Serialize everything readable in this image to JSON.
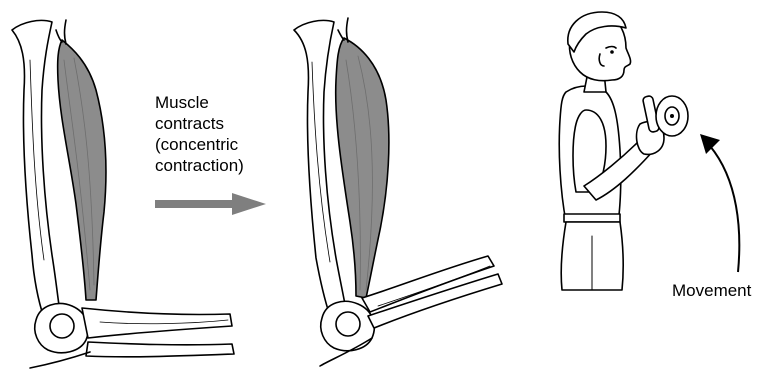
{
  "labels": {
    "contraction": [
      "Muscle",
      "contracts",
      "(concentric",
      "contraction)"
    ],
    "movement": "Movement"
  },
  "colors": {
    "muscle": "#8c8c8c",
    "arrow": "#7f7f7f",
    "ink": "#000000"
  }
}
